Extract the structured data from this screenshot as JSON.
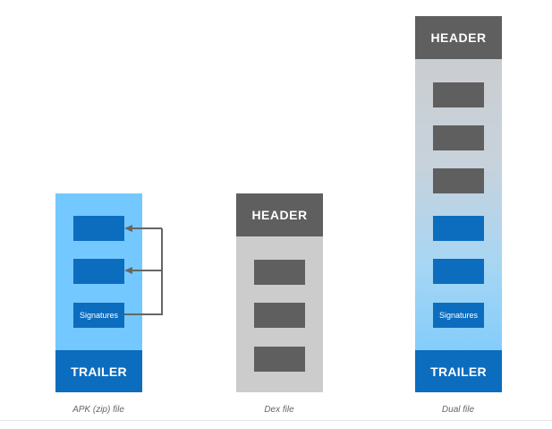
{
  "colors": {
    "apk_background": "#73c8ff",
    "dex_background": "#cccccc",
    "block_dark_gray": "#5f5f5f",
    "block_blue": "#0c6dbf",
    "arrow_gray": "#666666",
    "caption_gray": "#666666"
  },
  "apk": {
    "signatures_label": "Signatures",
    "trailer_label": "TRAILER",
    "caption": "APK (zip) file"
  },
  "dex": {
    "header_label": "HEADER",
    "caption": "Dex file"
  },
  "dual": {
    "header_label": "HEADER",
    "signatures_label": "Signatures",
    "trailer_label": "TRAILER",
    "caption": "Dual file"
  }
}
